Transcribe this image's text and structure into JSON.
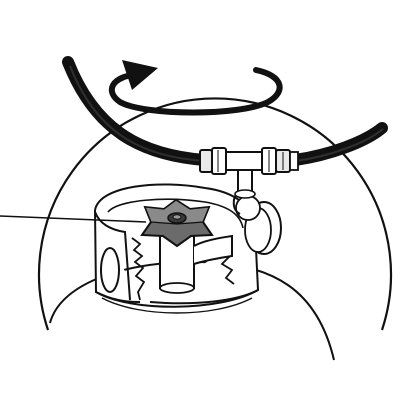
{
  "illustration": {
    "colors": {
      "outline": "#111111",
      "background": "#ffffff",
      "hose": "#151515",
      "knob": "#6b6b6b",
      "knob_dark": "#3a3a3a",
      "fitting": "#e9e9e9"
    },
    "parts": {
      "magnifier": "circle-outline",
      "rotation": "rotate-arrow-icon",
      "hose": "gas-hose",
      "regulator": "tee-fitting",
      "gauge": "pressure-gauge",
      "collar": "cylinder-collar",
      "valve_knob": "star-valve-knob",
      "valve_stem": "valve-stem",
      "leader_line": "callout-leader-line"
    }
  }
}
